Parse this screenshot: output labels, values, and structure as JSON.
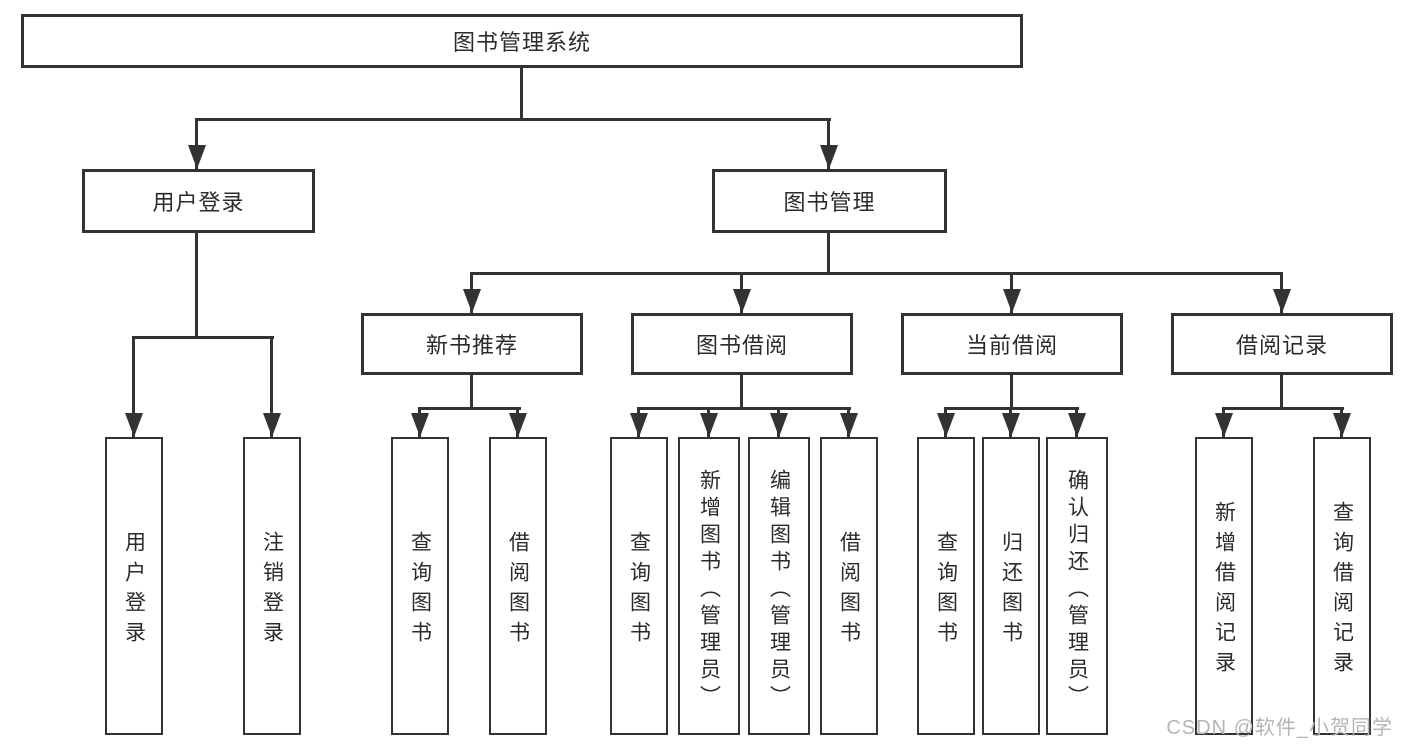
{
  "diagram": {
    "root": "图书管理系统",
    "level1": {
      "user_login": "用户登录",
      "book_mgmt": "图书管理"
    },
    "level2": {
      "new_book_recommend": "新书推荐",
      "book_borrow": "图书借阅",
      "current_borrow": "当前借阅",
      "borrow_records": "借阅记录"
    },
    "leaves": {
      "user_login": [
        "用户登录",
        "注销登录"
      ],
      "new_book_recommend": [
        "查询图书",
        "借阅图书"
      ],
      "book_borrow": [
        "查询图书",
        "新增图书（管理员）",
        "编辑图书（管理员）",
        "借阅图书"
      ],
      "current_borrow": [
        "查询图书",
        "归还图书",
        "确认归还（管理员）"
      ],
      "borrow_records": [
        "新增借阅记录",
        "查询借阅记录"
      ]
    }
  },
  "watermark": "CSDN @软件_小贺同学",
  "colors": {
    "line": "#333333",
    "text": "#2b2b2b",
    "watermark": "#b5b5b5",
    "background": "#ffffff"
  }
}
